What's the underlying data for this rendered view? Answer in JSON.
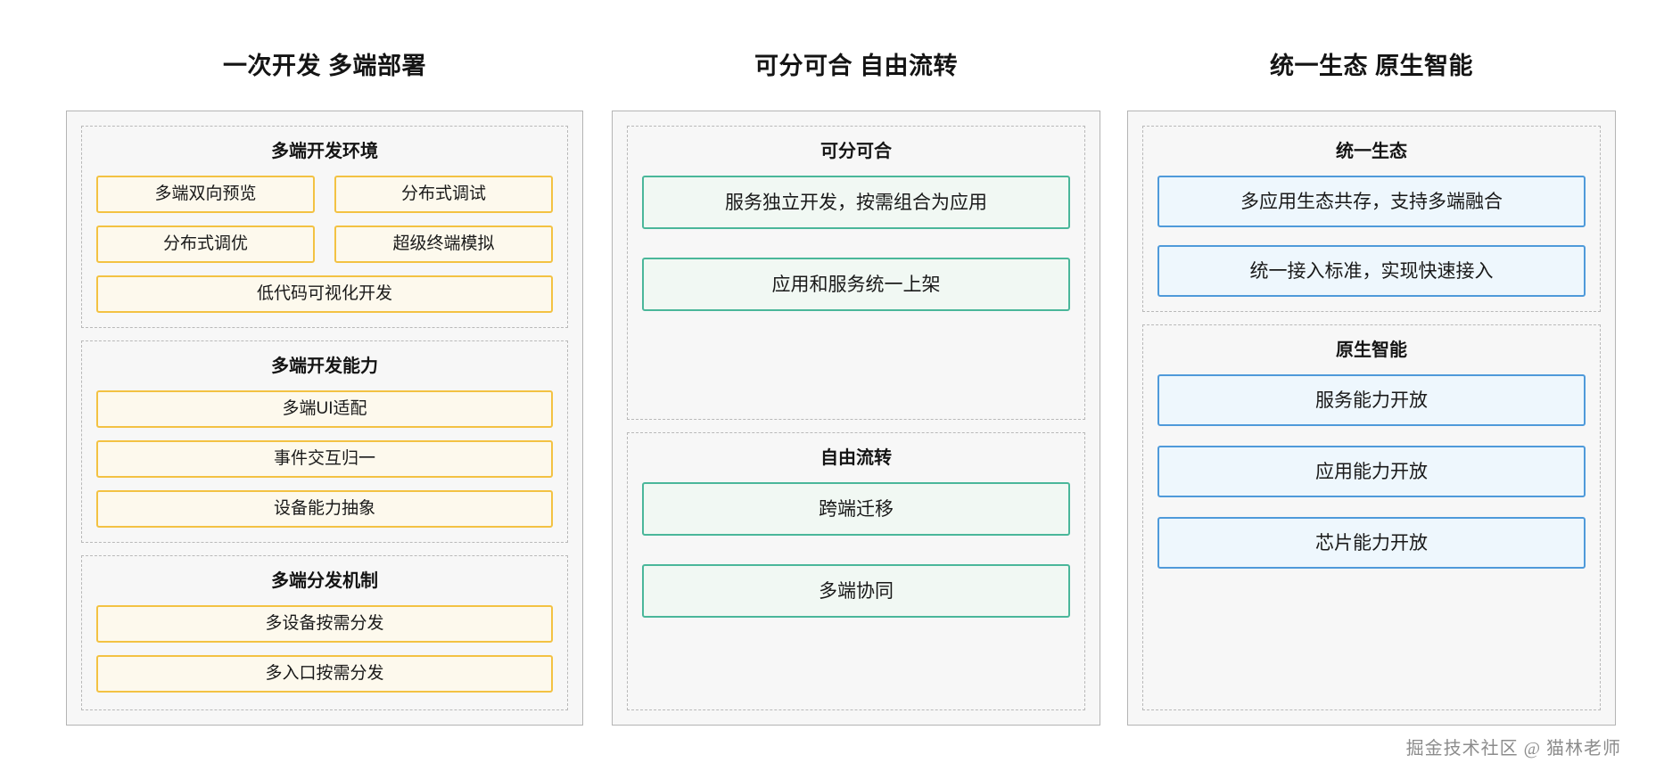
{
  "columns": [
    {
      "title": "一次开发 多端部署",
      "accent": "#f3c243",
      "groups": [
        {
          "title": "多端开发环境",
          "rows": [
            {
              "type": "pair",
              "items": [
                "多端双向预览",
                "分布式调试"
              ]
            },
            {
              "type": "pair",
              "items": [
                "分布式调优",
                "超级终端模拟"
              ]
            },
            {
              "type": "single",
              "items": [
                "低代码可视化开发"
              ]
            }
          ]
        },
        {
          "title": "多端开发能力",
          "rows": [
            {
              "type": "single",
              "items": [
                "多端UI适配"
              ]
            },
            {
              "type": "single",
              "items": [
                "事件交互归一"
              ]
            },
            {
              "type": "single",
              "items": [
                "设备能力抽象"
              ]
            }
          ]
        },
        {
          "title": "多端分发机制",
          "rows": [
            {
              "type": "single",
              "items": [
                "多设备按需分发"
              ]
            },
            {
              "type": "single",
              "items": [
                "多入口按需分发"
              ]
            }
          ]
        }
      ]
    },
    {
      "title": "可分可合 自由流转",
      "accent": "#4ab79a",
      "groups": [
        {
          "title": "可分可合",
          "rows": [
            {
              "type": "single",
              "items": [
                "服务独立开发，按需组合为应用"
              ]
            },
            {
              "type": "single",
              "items": [
                "应用和服务统一上架"
              ]
            }
          ]
        },
        {
          "title": "自由流转",
          "rows": [
            {
              "type": "single",
              "items": [
                "跨端迁移"
              ]
            },
            {
              "type": "single",
              "items": [
                "多端协同"
              ]
            }
          ]
        }
      ]
    },
    {
      "title": "统一生态 原生智能",
      "accent": "#4f9ada",
      "groups": [
        {
          "title": "统一生态",
          "rows": [
            {
              "type": "single",
              "items": [
                "多应用生态共存，支持多端融合"
              ]
            },
            {
              "type": "single",
              "items": [
                "统一接入标准，实现快速接入"
              ]
            }
          ]
        },
        {
          "title": "原生智能",
          "rows": [
            {
              "type": "single",
              "items": [
                "服务能力开放"
              ]
            },
            {
              "type": "single",
              "items": [
                "应用能力开放"
              ]
            },
            {
              "type": "single",
              "items": [
                "芯片能力开放"
              ]
            }
          ]
        }
      ]
    }
  ],
  "watermark": "掘金技术社区 @ 猫林老师",
  "colors": {
    "amber_border": "#f3c243",
    "amber_fill": "#fdf9ed",
    "teal_border": "#4ab79a",
    "teal_fill": "#f1f8f3",
    "blue_border": "#4f9ada",
    "blue_fill": "#eef7fd",
    "card_border": "#b4b4b4",
    "card_fill": "#f7f7f7",
    "group_border": "#b9b9b9",
    "watermark_text": "#8c8c8c"
  }
}
